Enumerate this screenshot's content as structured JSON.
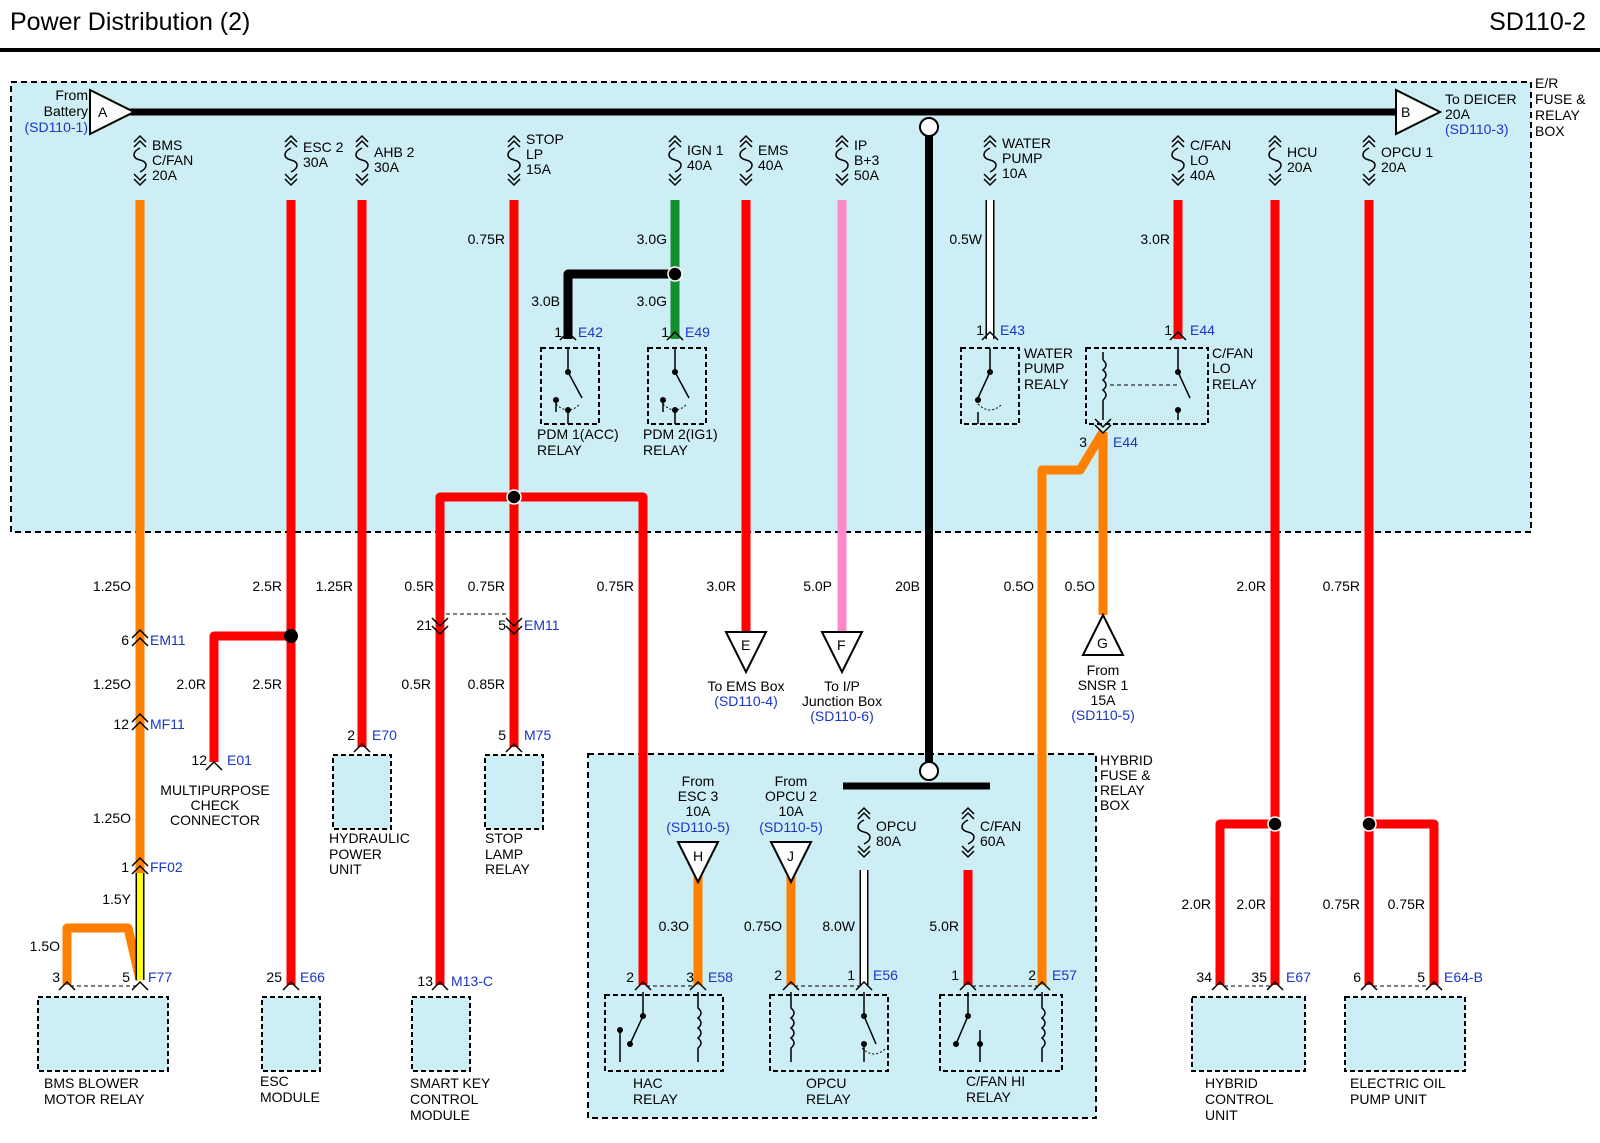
{
  "header": {
    "title": "Power Distribution (2)",
    "code": "SD110-2"
  },
  "colors": {
    "orange": "#ff7f00",
    "red": "#ff0000",
    "green": "#148f2e",
    "pink": "#ff88c8",
    "yellow": "#ffff00",
    "black": "#000000",
    "white_wire": "#ffffff",
    "box_fill": "#cdeef5",
    "link_blue": "#1a35c8"
  },
  "er_box": {
    "lines": [
      "E/R",
      "FUSE &",
      "RELAY",
      "BOX"
    ]
  },
  "hybrid_box": {
    "lines": [
      "HYBRID",
      "FUSE &",
      "RELAY",
      "BOX"
    ]
  },
  "connectors": {
    "A": {
      "letter": "A",
      "lines": [
        "From",
        "Battery"
      ],
      "ref": "(SD110-1)"
    },
    "B": {
      "letter": "B",
      "lines": [
        "To DEICER",
        "20A"
      ],
      "ref": "(SD110-3)"
    },
    "E": {
      "letter": "E",
      "lines": [
        "To EMS Box"
      ],
      "ref": "(SD110-4)"
    },
    "F": {
      "letter": "F",
      "lines": [
        "To I/P",
        "Junction Box"
      ],
      "ref": "(SD110-6)"
    },
    "G": {
      "letter": "G",
      "lines": [
        "From",
        "SNSR 1",
        "15A"
      ],
      "ref": "(SD110-5)"
    },
    "H": {
      "letter": "H",
      "lines": [
        "From",
        "ESC 3",
        "10A"
      ],
      "ref": "(SD110-5)"
    },
    "J": {
      "letter": "J",
      "lines": [
        "From",
        "OPCU 2",
        "10A"
      ],
      "ref": "(SD110-5)"
    }
  },
  "fuses": [
    {
      "id": "bms",
      "lines": [
        "BMS",
        "C/FAN",
        "20A"
      ]
    },
    {
      "id": "esc2",
      "lines": [
        "ESC 2",
        "30A"
      ]
    },
    {
      "id": "ahb2",
      "lines": [
        "AHB 2",
        "30A"
      ]
    },
    {
      "id": "stop",
      "lines": [
        "STOP",
        "LP",
        "15A"
      ]
    },
    {
      "id": "ign1",
      "lines": [
        "IGN 1",
        "40A"
      ]
    },
    {
      "id": "ems",
      "lines": [
        "EMS",
        "40A"
      ]
    },
    {
      "id": "ip",
      "lines": [
        "IP",
        "B+3",
        "50A"
      ]
    },
    {
      "id": "water",
      "lines": [
        "WATER",
        "PUMP",
        "10A"
      ]
    },
    {
      "id": "cfanlo",
      "lines": [
        "C/FAN",
        "LO",
        "40A"
      ]
    },
    {
      "id": "hcu",
      "lines": [
        "HCU",
        "20A"
      ]
    },
    {
      "id": "opcu1",
      "lines": [
        "OPCU 1",
        "20A"
      ]
    },
    {
      "id": "opcu",
      "lines": [
        "OPCU",
        "80A"
      ]
    },
    {
      "id": "cfan",
      "lines": [
        "C/FAN",
        "60A"
      ]
    }
  ],
  "wire_labels": [
    "0.75R",
    "3.0G",
    "3.0B",
    "3.0G",
    "0.5W",
    "3.0R",
    "1.25O",
    "2.5R",
    "1.25R",
    "0.5R",
    "0.75R",
    "0.75R",
    "3.0R",
    "5.0P",
    "20B",
    "0.5O",
    "0.5O",
    "2.0R",
    "0.75R",
    "1.25O",
    "2.0R",
    "2.5R",
    "0.5R",
    "0.85R",
    "1.25O",
    "1.5Y",
    "1.5O",
    "0.3O",
    "0.75O",
    "8.0W",
    "5.0R",
    "2.0R",
    "2.0R",
    "0.75R",
    "0.75R"
  ],
  "pins": [
    "1",
    "1",
    "1",
    "1",
    "3",
    "6",
    "21",
    "5",
    "12",
    "12",
    "2",
    "5",
    "1",
    "3",
    "5",
    "25",
    "13",
    "2",
    "3",
    "2",
    "1",
    "1",
    "2",
    "34",
    "35",
    "6",
    "5"
  ],
  "connector_ids": [
    "E42",
    "E49",
    "E43",
    "E44",
    "E44",
    "EM11",
    "EM11",
    "MF11",
    "E01",
    "E70",
    "M75",
    "FF02",
    "F77",
    "E66",
    "M13-C",
    "E58",
    "E56",
    "E57",
    "E67",
    "E64-B"
  ],
  "components": {
    "pdm1": [
      "PDM 1(ACC)",
      "RELAY"
    ],
    "pdm2": [
      "PDM 2(IG1)",
      "RELAY"
    ],
    "water_pump": [
      "WATER",
      "PUMP",
      "REALY"
    ],
    "cfan_lo": [
      "C/FAN",
      "LO",
      "RELAY"
    ],
    "mpc": [
      "MULTIPURPOSE",
      "CHECK",
      "CONNECTOR"
    ],
    "hpu": [
      "HYDRAULIC",
      "POWER",
      "UNIT"
    ],
    "stop_lamp": [
      "STOP",
      "LAMP",
      "RELAY"
    ],
    "bms_blower": [
      "BMS BLOWER",
      "MOTOR RELAY"
    ],
    "esc": [
      "ESC",
      "MODULE"
    ],
    "smart_key": [
      "SMART KEY",
      "CONTROL",
      "MODULE"
    ],
    "hac": [
      "HAC",
      "RELAY"
    ],
    "opcu_relay": [
      "OPCU",
      "RELAY"
    ],
    "cfan_hi": [
      "C/FAN HI",
      "RELAY"
    ],
    "hcu_unit": [
      "HYBRID",
      "CONTROL",
      "UNIT"
    ],
    "eopu": [
      "ELECTRIC OIL",
      "PUMP UNIT"
    ]
  }
}
